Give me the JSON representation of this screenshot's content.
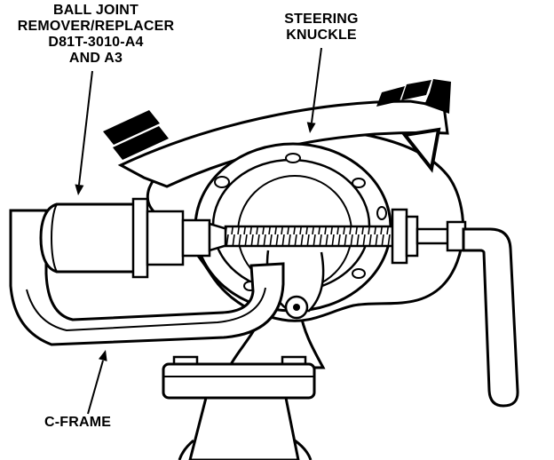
{
  "labels": {
    "tool": [
      "BALL JOINT",
      "REMOVER/REPLACER",
      "D81T-3010-A4",
      "AND A3"
    ],
    "steering_knuckle": [
      "STEERING",
      "KNUCKLE"
    ],
    "c_frame": [
      "C-FRAME"
    ]
  },
  "colors": {
    "ink": "#000000",
    "paper": "#ffffff"
  }
}
